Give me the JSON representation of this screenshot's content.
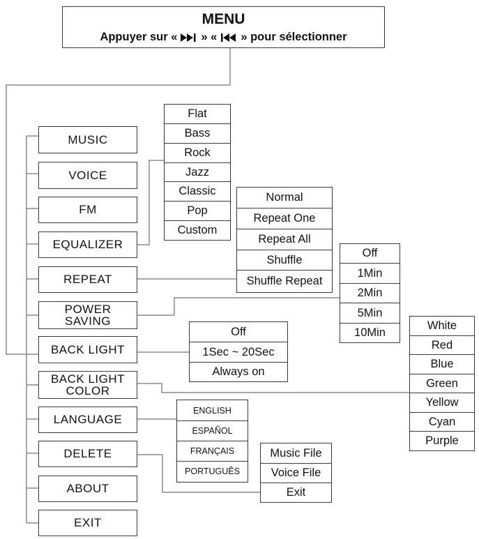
{
  "header": {
    "title": "MENU",
    "subtitle_prefix": "Appuyer sur «",
    "subtitle_mid": "» «",
    "subtitle_suffix": "» pour sélectionner",
    "next_icon": "skip-next-icon",
    "prev_icon": "skip-previous-icon"
  },
  "main_menu": [
    "MUSIC",
    "VOICE",
    "FM",
    "EQUALIZER",
    "REPEAT",
    "POWER SAVING",
    "BACK LIGHT",
    "BACK LIGHT COLOR",
    "LANGUAGE",
    "DELETE",
    "ABOUT",
    "EXIT"
  ],
  "main_menu_lines": {
    "power_saving": [
      "POWER",
      "SAVING"
    ],
    "back_light_color": [
      "BACK LIGHT",
      "COLOR"
    ]
  },
  "equalizer_options": [
    "Flat",
    "Bass",
    "Rock",
    "Jazz",
    "Classic",
    "Pop",
    "Custom"
  ],
  "repeat_options": [
    "Normal",
    "Repeat One",
    "Repeat All",
    "Shuffle",
    "Shuffle Repeat"
  ],
  "power_saving_options": [
    "Off",
    "1Min",
    "2Min",
    "5Min",
    "10Min"
  ],
  "back_light_options": [
    "Off",
    "1Sec ~ 20Sec",
    "Always on"
  ],
  "back_light_color_options": [
    "White",
    "Red",
    "Blue",
    "Green",
    "Yellow",
    "Cyan",
    "Purple"
  ],
  "language_options": [
    "ENGLISH",
    "ESPAÑOL",
    "FRANÇAIS",
    "PORTUGUÊS"
  ],
  "delete_options": [
    "Music File",
    "Voice File",
    "Exit"
  ],
  "colors": {
    "line": "#8a8a8a",
    "border": "#3a3a3a",
    "text": "#111111"
  }
}
